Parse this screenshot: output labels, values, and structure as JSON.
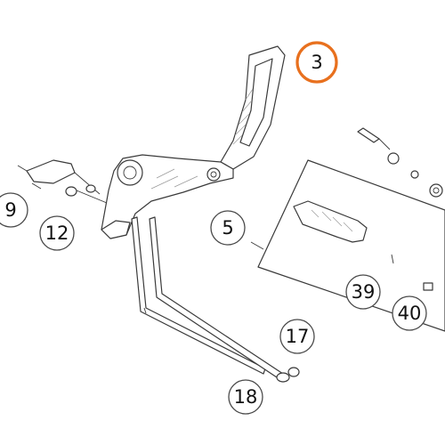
{
  "diagram": {
    "callouts": [
      {
        "id": "3",
        "label": "3",
        "highlight": true
      },
      {
        "id": "5",
        "label": "5",
        "highlight": false
      },
      {
        "id": "9",
        "label": "9",
        "highlight": false
      },
      {
        "id": "12",
        "label": "12",
        "highlight": false
      },
      {
        "id": "17",
        "label": "17",
        "highlight": false
      },
      {
        "id": "18",
        "label": "18",
        "highlight": false
      },
      {
        "id": "39",
        "label": "39",
        "highlight": false
      },
      {
        "id": "40",
        "label": "40",
        "highlight": false
      }
    ],
    "colors": {
      "highlight": "#e8701e",
      "circle_stroke": "#4a4a4a",
      "line": "#3a3a3a"
    }
  }
}
